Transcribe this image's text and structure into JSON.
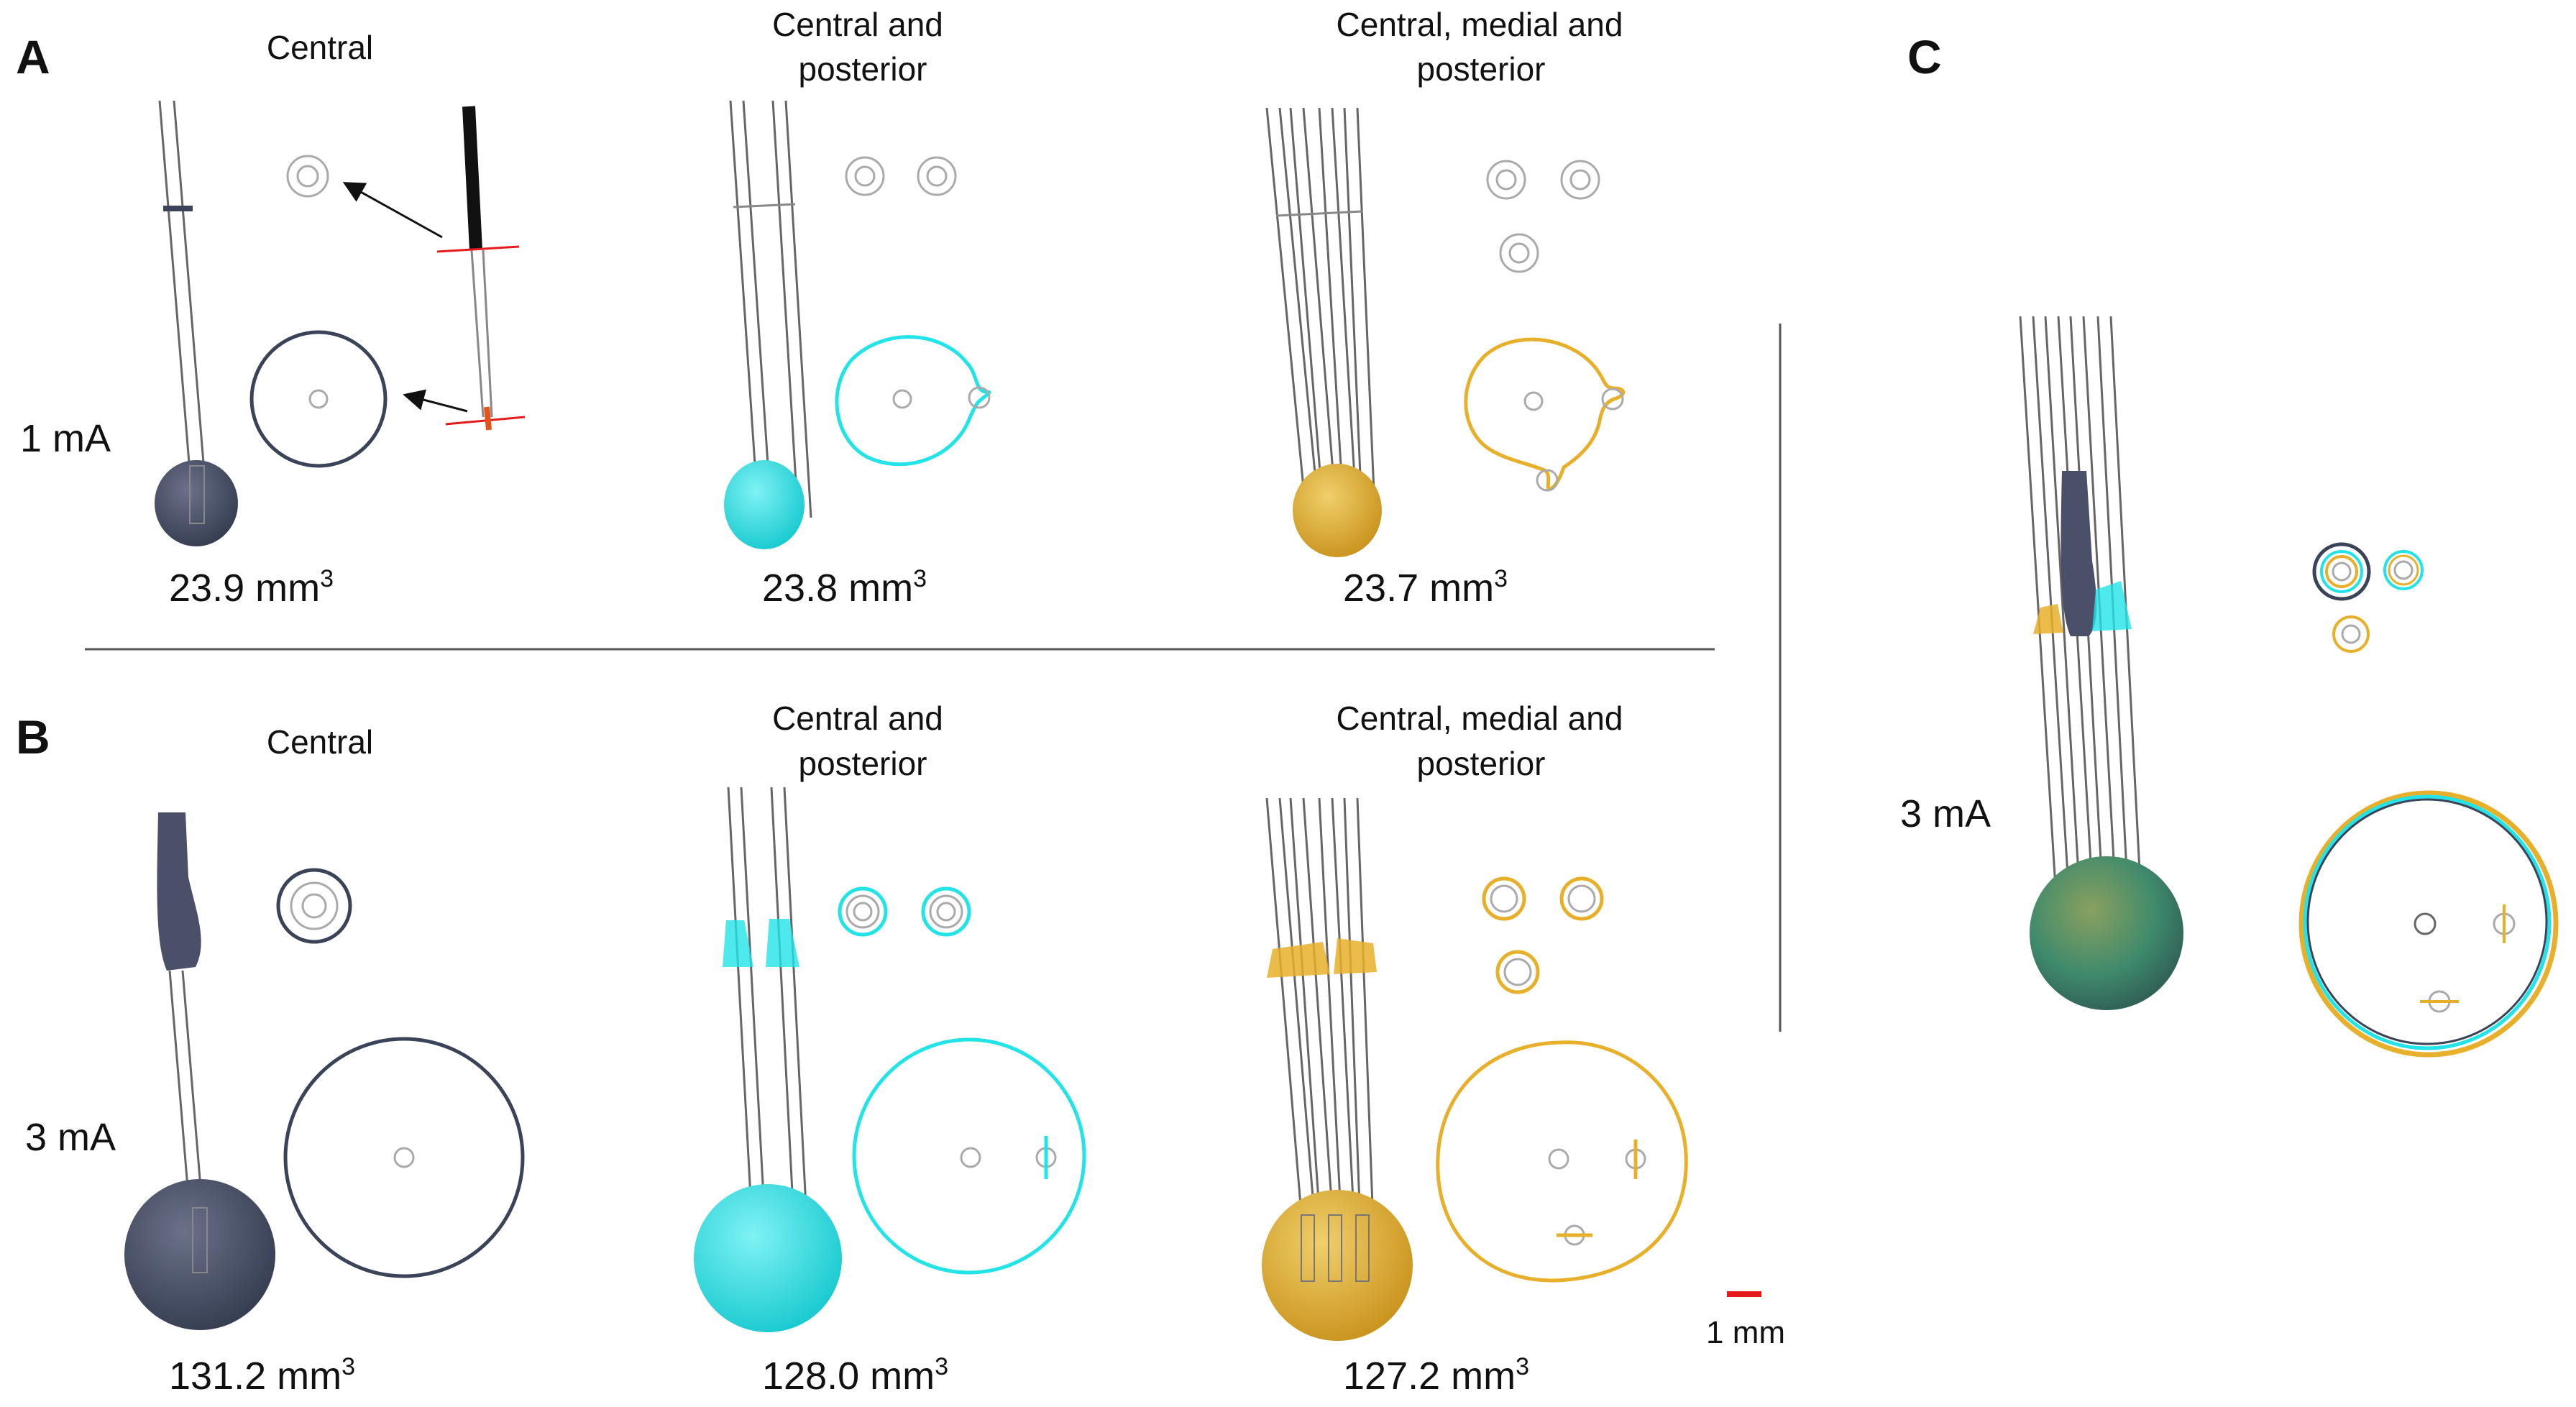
{
  "colors": {
    "central": "#3b4359",
    "central_posterior": "#22e3e8",
    "central_medial_posterior": "#e8b02a",
    "lead_outline": "#666666",
    "scale_bar": "#e41a1c",
    "divider": "#555555"
  },
  "panels": {
    "A": {
      "letter": "A",
      "current": "1 mA",
      "columns": [
        {
          "title_lines": [
            "Central"
          ],
          "volume": "23.9 mm",
          "volume_sup": "3"
        },
        {
          "title_lines": [
            "Central and",
            "posterior"
          ],
          "volume": "23.8 mm",
          "volume_sup": "3"
        },
        {
          "title_lines": [
            "Central, medial and",
            "posterior"
          ],
          "volume": "23.7 mm",
          "volume_sup": "3"
        }
      ]
    },
    "B": {
      "letter": "B",
      "current": "3 mA",
      "columns": [
        {
          "title_lines": [
            "Central"
          ],
          "volume": "131.2 mm",
          "volume_sup": "3"
        },
        {
          "title_lines": [
            "Central and",
            "posterior"
          ],
          "volume": "128.0 mm",
          "volume_sup": "3"
        },
        {
          "title_lines": [
            "Central, medial and",
            "posterior"
          ],
          "volume": "127.2 mm",
          "volume_sup": "3"
        }
      ]
    },
    "C": {
      "letter": "C",
      "current": "3 mA"
    }
  },
  "scale_bar": {
    "label": "1 mm"
  }
}
